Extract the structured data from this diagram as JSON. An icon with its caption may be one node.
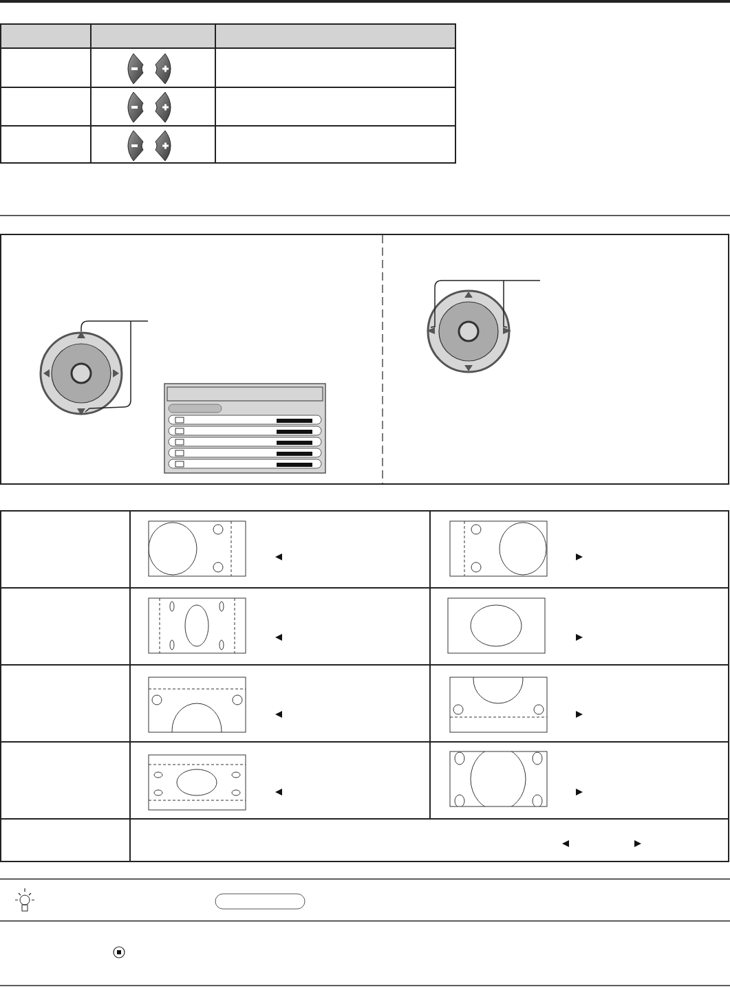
{
  "diagram": {
    "nodes": [
      {
        "text": [],
        "shape": "triangle"
      },
      {
        "text": [],
        "shape": "triangle"
      },
      {
        "text": [],
        "shape": "triangle"
      },
      {
        "text": [],
        "shape": "triangle"
      }
    ],
    "edges": [
      {
        "from": null,
        "to": 0,
        "arrow": "none"
      },
      {
        "from": null,
        "to": 1,
        "arrow": "none"
      },
      {
        "from": null,
        "to": 2,
        "arrow": "none"
      },
      {
        "from": null,
        "to": 3,
        "arrow": "none"
      }
    ]
  }
}
